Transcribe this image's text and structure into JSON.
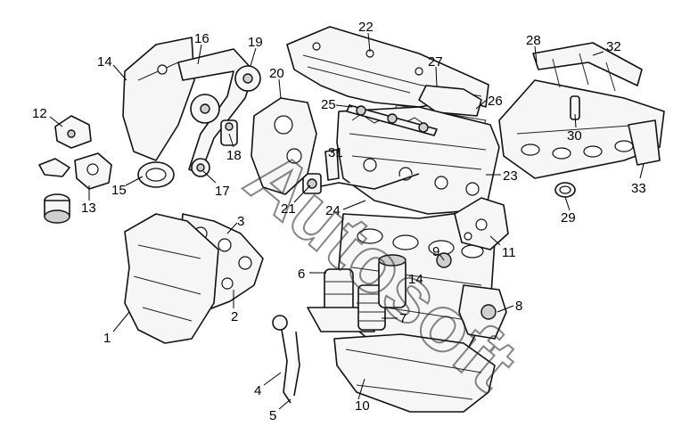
{
  "watermark": "Autosoft",
  "callouts": [
    "1",
    "2",
    "3",
    "4",
    "5",
    "6",
    "7",
    "8",
    "9",
    "10",
    "11",
    "12",
    "13",
    "14",
    "15",
    "16",
    "17",
    "18",
    "19",
    "20",
    "21",
    "22",
    "23",
    "24",
    "25",
    "26",
    "27",
    "28",
    "29",
    "30",
    "31",
    "32",
    "33",
    "14"
  ]
}
